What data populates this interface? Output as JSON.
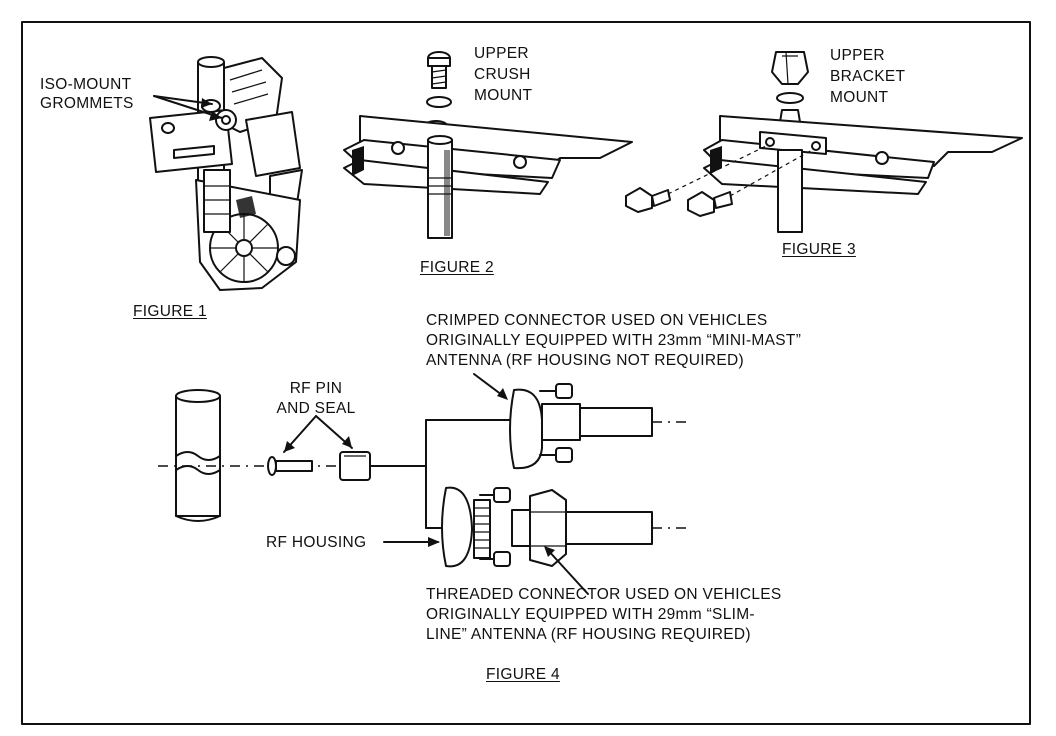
{
  "figure1": {
    "caption": "FIGURE 1",
    "label_line1": "ISO-MOUNT",
    "label_line2": "GROMMETS"
  },
  "figure2": {
    "caption": "FIGURE 2",
    "label_line1": "UPPER",
    "label_line2": "CRUSH",
    "label_line3": "MOUNT"
  },
  "figure3": {
    "caption": "FIGURE 3",
    "label_line1": "UPPER",
    "label_line2": "BRACKET",
    "label_line3": "MOUNT"
  },
  "figure4": {
    "caption": "FIGURE 4",
    "rf_pin_line1": "RF PIN",
    "rf_pin_line2": "AND SEAL",
    "rf_housing": "RF HOUSING",
    "crimped_line1": "CRIMPED CONNECTOR USED ON VEHICLES",
    "crimped_line2": "ORIGINALLY EQUIPPED WITH 23mm “MINI-MAST”",
    "crimped_line3": "ANTENNA (RF HOUSING NOT REQUIRED)",
    "threaded_line1": "THREADED CONNECTOR USED ON VEHICLES",
    "threaded_line2": "ORIGINALLY EQUIPPED WITH 29mm “SLIM-",
    "threaded_line3": "LINE” ANTENNA (RF HOUSING REQUIRED)"
  }
}
